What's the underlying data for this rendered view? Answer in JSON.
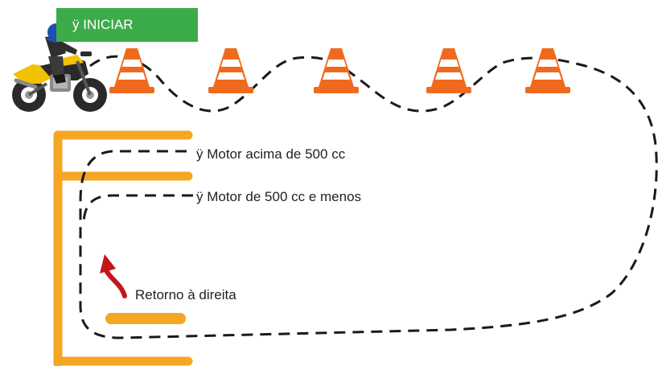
{
  "start": {
    "label": "ÿ INICIAR"
  },
  "legend": {
    "above_500": "ÿ Motor acima de 500 cc",
    "up_to_500": "ÿ Motor de 500 cc e menos"
  },
  "return_label": "Retorno à direita",
  "cones": {
    "count": 5
  },
  "colors": {
    "start_badge": "#3cab4a",
    "barrier": "#f5a623",
    "path": "#1a1a1a",
    "arrow": "#c4161c",
    "cone_orange": "#f06a1e",
    "cone_white": "#ffffff"
  },
  "icons": [
    "motorcycle-rider-icon",
    "traffic-cone-icon",
    "u-turn-arrow-icon"
  ]
}
